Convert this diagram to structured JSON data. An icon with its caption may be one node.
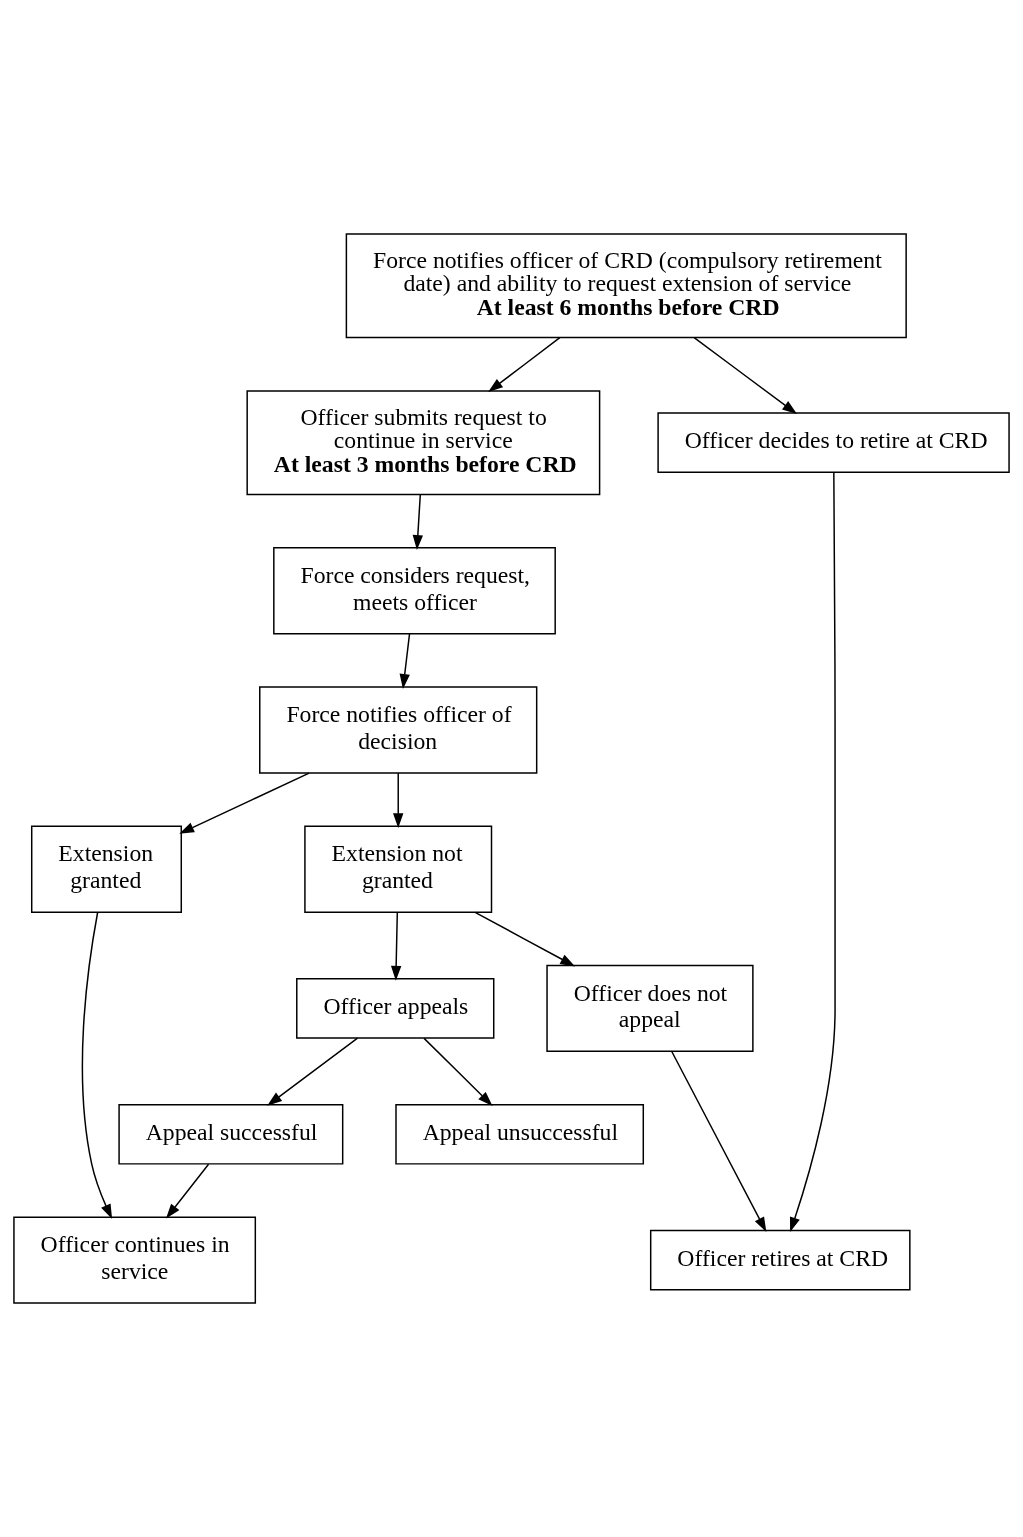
{
  "diagram": {
    "nodes": [
      {
        "text": [
          "Force notifies officer of CRD (compulsory retirement date) and ability to request extension of service",
          "At least 6 months before CRD"
        ]
      },
      {
        "text": [
          "Officer submits request to continue in service",
          "At least 3 months before CRD"
        ]
      },
      {
        "text": [
          "Officer decides to retire at CRD"
        ]
      },
      {
        "text": [
          "Force considers request, meets officer"
        ]
      },
      {
        "text": [
          "Force notifies officer of decision"
        ]
      },
      {
        "text": [
          "Extension granted"
        ]
      },
      {
        "text": [
          "Extension not granted"
        ]
      },
      {
        "text": [
          "Officer appeals"
        ]
      },
      {
        "text": [
          "Officer does not appeal"
        ]
      },
      {
        "text": [
          "Appeal successful"
        ]
      },
      {
        "text": [
          "Appeal unsuccessful"
        ]
      },
      {
        "text": [
          "Officer continues in service"
        ]
      },
      {
        "text": [
          "Officer retires at CRD"
        ]
      }
    ],
    "edges": [
      {
        "from": 0,
        "to": 1,
        "arrow": "to"
      },
      {
        "from": 0,
        "to": 2,
        "arrow": "to"
      },
      {
        "from": 1,
        "to": 3,
        "arrow": "to"
      },
      {
        "from": 3,
        "to": 4,
        "arrow": "to"
      },
      {
        "from": 4,
        "to": 5,
        "arrow": "to"
      },
      {
        "from": 4,
        "to": 6,
        "arrow": "to"
      },
      {
        "from": 6,
        "to": 7,
        "arrow": "to"
      },
      {
        "from": 6,
        "to": 8,
        "arrow": "to"
      },
      {
        "from": 7,
        "to": 9,
        "arrow": "to"
      },
      {
        "from": 7,
        "to": 10,
        "arrow": "to"
      },
      {
        "from": 9,
        "to": 11,
        "arrow": "to"
      },
      {
        "from": 5,
        "to": 11,
        "arrow": "to"
      },
      {
        "from": 8,
        "to": 12,
        "arrow": "to"
      },
      {
        "from": 2,
        "to": 12,
        "arrow": "to"
      }
    ]
  }
}
